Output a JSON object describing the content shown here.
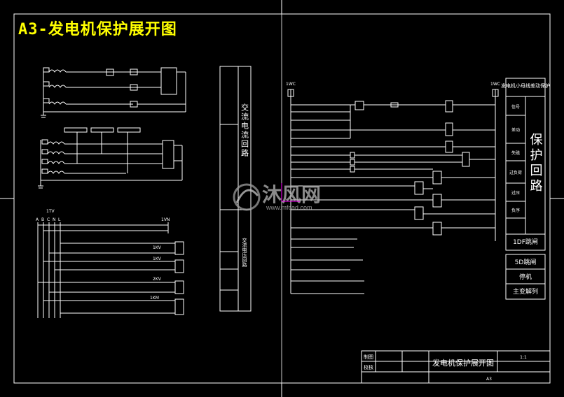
{
  "title": "A3-发电机保护展开图",
  "ac_current_loop": "交流电流回路",
  "ac_voltage_loop": "交流电压回路",
  "left_bus_labels": [
    "A",
    "B",
    "C",
    "N",
    "L"
  ],
  "tv_label": "1TV",
  "voltage_relays": [
    "1VN",
    "1KV",
    "1KV",
    "2KV",
    "1KM"
  ],
  "right_top_left_label": "1WC",
  "right_top_right_label": "1WC",
  "protection_header": "发电机小母线差动保护",
  "protection_loop": "保护回路",
  "side_box_labels": [
    "信号",
    "差动",
    "失磁",
    "过负荷",
    "过压",
    "负序"
  ],
  "table_rows": [
    "1DF跳闸",
    "5D跳闸",
    "停机",
    "主变解列"
  ],
  "title_block": {
    "drawing_title": "发电机保护展开图",
    "row1": "制图",
    "row2": "校核",
    "scale": "1:1",
    "sheet": "A3"
  },
  "watermark": {
    "brand": "沐风网",
    "url": "www.mfcad.com"
  }
}
